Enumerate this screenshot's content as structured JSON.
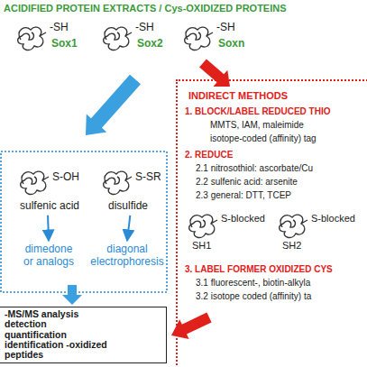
{
  "diagram": {
    "title": "ACIDIFIED PROTEIN EXTRACTS / Cys-OXIDIZED PROTEINS",
    "nodes": [
      {
        "text": [
          "-SH",
          "Sox1"
        ]
      },
      {
        "text": [
          "-SH",
          "Sox2"
        ]
      },
      {
        "text": [
          "-SH",
          "Soxn"
        ]
      },
      {
        "text": [
          "S-OH",
          "sulfenic acid"
        ]
      },
      {
        "text": [
          "S-SR",
          "disulfide"
        ]
      },
      {
        "text": [
          "dimedone or analogs"
        ]
      },
      {
        "text": [
          "diagonal electrophoresis"
        ]
      },
      {
        "text": [
          "INDIRECT METHODS",
          "1. BLOCK/LABEL REDUCED THIO",
          "MMTS, IAM, maleimide",
          "isotope-coded (affinity) tag",
          "2. REDUCE",
          "2.1 nitrosothiol: ascorbate/Cu",
          "2.2 sulfenic acid: arsenite",
          "2.3 general: DTT, TCEP",
          "3. LABEL FORMER OXIDIZED CYS",
          "3.1 fluorescent-, biotin-alkyla",
          "3.2 isotope coded (affinity) ta"
        ]
      },
      {
        "text": [
          "S-blocked",
          "SH1"
        ],
        "in": 7
      },
      {
        "text": [
          "S-blocked",
          "SH2"
        ],
        "in": 7
      },
      {
        "text": [
          "-MS/MS analysis detection quantification identification -oxidized peptides"
        ]
      }
    ],
    "edges": [
      {
        "from": 3,
        "to": 5,
        "arrow": "to"
      },
      {
        "from": 4,
        "to": 6,
        "arrow": "to"
      }
    ]
  }
}
